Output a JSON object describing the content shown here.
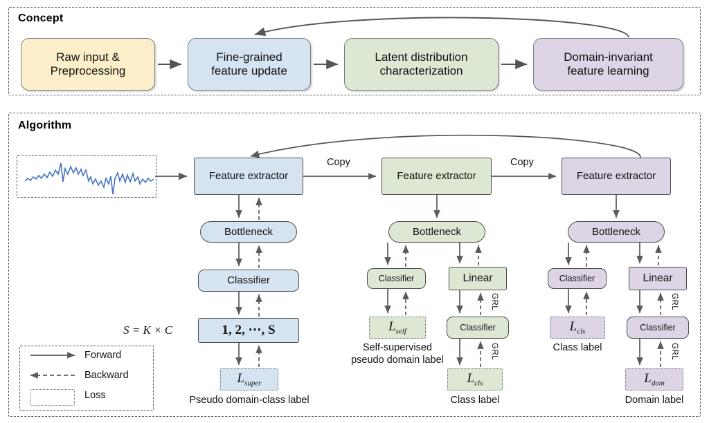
{
  "figure": {
    "panels": [
      {
        "key": "concept",
        "title": "Concept"
      },
      {
        "key": "algorithm",
        "title": "Algorithm"
      }
    ]
  },
  "concept": {
    "title": "Concept",
    "stages": [
      {
        "label": "Raw input &\nPreprocessing",
        "line1": "Raw input &",
        "line2": "Preprocessing",
        "color": "#fbeec8"
      },
      {
        "label": "Fine-grained\nfeature update",
        "line1": "Fine-grained",
        "line2": "feature update",
        "color": "#d6e4f2"
      },
      {
        "label": "Latent distribution\ncharacterization",
        "line1": "Latent distribution",
        "line2": "characterization",
        "color": "#dde8d4"
      },
      {
        "label": "Domain-invariant\nfeature learning",
        "line1": "Domain-invariant",
        "line2": "feature learning",
        "color": "#ddd4e6"
      }
    ]
  },
  "algorithm": {
    "title": "Algorithm",
    "input": {
      "name": "signal-waveform",
      "color": "#4472c4"
    },
    "copy_labels": [
      "Copy",
      "Copy"
    ],
    "branches": [
      {
        "key": "source",
        "color": "#d6e4f2",
        "feature_extractor": "Feature extractor",
        "bottleneck": "Bottleneck",
        "classifier": "Classifier",
        "index_box": "1, 2, ⋯, S",
        "index_formula": "S = K × C",
        "loss": "L",
        "loss_sub": "super",
        "loss_caption": "Pseudo domain-class label"
      },
      {
        "key": "selfsup",
        "color": "#dde8d4",
        "feature_extractor": "Feature extractor",
        "bottleneck": "Bottleneck",
        "left_head": "Classifier",
        "right_head": "Linear",
        "right_classifier": "Classifier",
        "left_loss": "L",
        "left_loss_sub": "self",
        "left_loss_caption_1": "Self-supervised",
        "left_loss_caption_2": "pseudo domain label",
        "right_loss": "L",
        "right_loss_sub": "cls",
        "right_loss_caption": "Class label",
        "grl_labels": [
          "GRL",
          "GRL"
        ]
      },
      {
        "key": "domain",
        "color": "#ddd4e6",
        "feature_extractor": "Feature extractor",
        "bottleneck": "Bottleneck",
        "left_head": "Classifier",
        "right_head": "Linear",
        "right_classifier": "Classifier",
        "left_loss": "L",
        "left_loss_sub": "cls",
        "left_loss_caption": "Class label",
        "right_loss": "L",
        "right_loss_sub": "dom",
        "right_loss_caption": "Domain label",
        "grl_labels": [
          "GRL",
          "GRL"
        ]
      }
    ],
    "legend": {
      "items": [
        {
          "key": "forward",
          "label": "Forward",
          "style": "solid-arrow-right"
        },
        {
          "key": "backward",
          "label": "Backward",
          "style": "dashed-arrow-left"
        },
        {
          "key": "loss",
          "label": "Loss",
          "style": "dotted-box"
        }
      ]
    }
  },
  "colors": {
    "blue": "#d6e4f2",
    "green": "#dde8d4",
    "purple": "#ddd4e6",
    "yellow": "#fbeec8",
    "stroke": "#4a4a4a",
    "signal": "#4472c4"
  }
}
